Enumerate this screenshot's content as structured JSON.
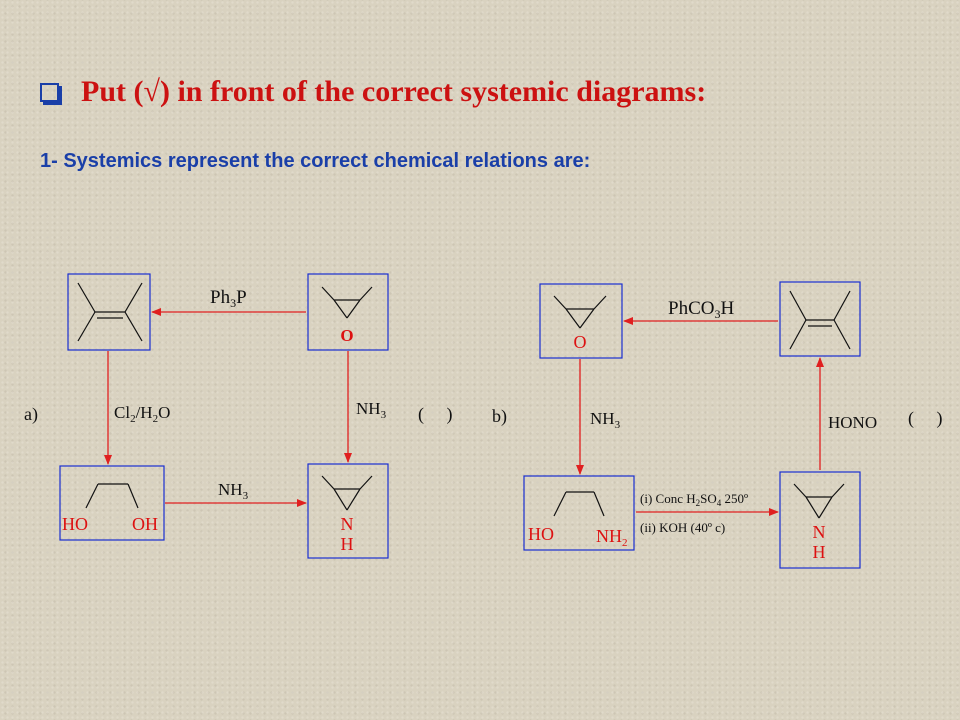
{
  "title": "Put (√) in front  of the correct systemic diagrams:",
  "subtitle": "1- Systemics represent the correct chemical relations are:",
  "diagram_a": {
    "label": "a)",
    "answer_box": "(     )",
    "top_reagent": "Ph3P",
    "left_reagent": "Cl2/H2O",
    "right_reagent": "NH3",
    "bottom_reagent": "NH3",
    "epoxide_atom": "O",
    "diol_left": "HO",
    "diol_right": "OH",
    "aziridine_n": "N",
    "aziridine_h": "H"
  },
  "diagram_b": {
    "label": "b)",
    "answer_box": "(     )",
    "top_reagent": "PhCO3H",
    "left_reagent": "NH3",
    "right_reagent": "HONO",
    "bottom_reagent_1": "(i) Conc H2SO4 250º",
    "bottom_reagent_2": "(ii) KOH (40º c)",
    "epoxide_atom": "O",
    "aminoalcohol_left": "HO",
    "aminoalcohol_right": "NH2",
    "aziridine_n": "N",
    "aziridine_h": "H"
  },
  "colors": {
    "title": "#cc1111",
    "subtitle": "#1a3fa8",
    "box": "#1a2fd0",
    "arrow": "#e02020"
  }
}
